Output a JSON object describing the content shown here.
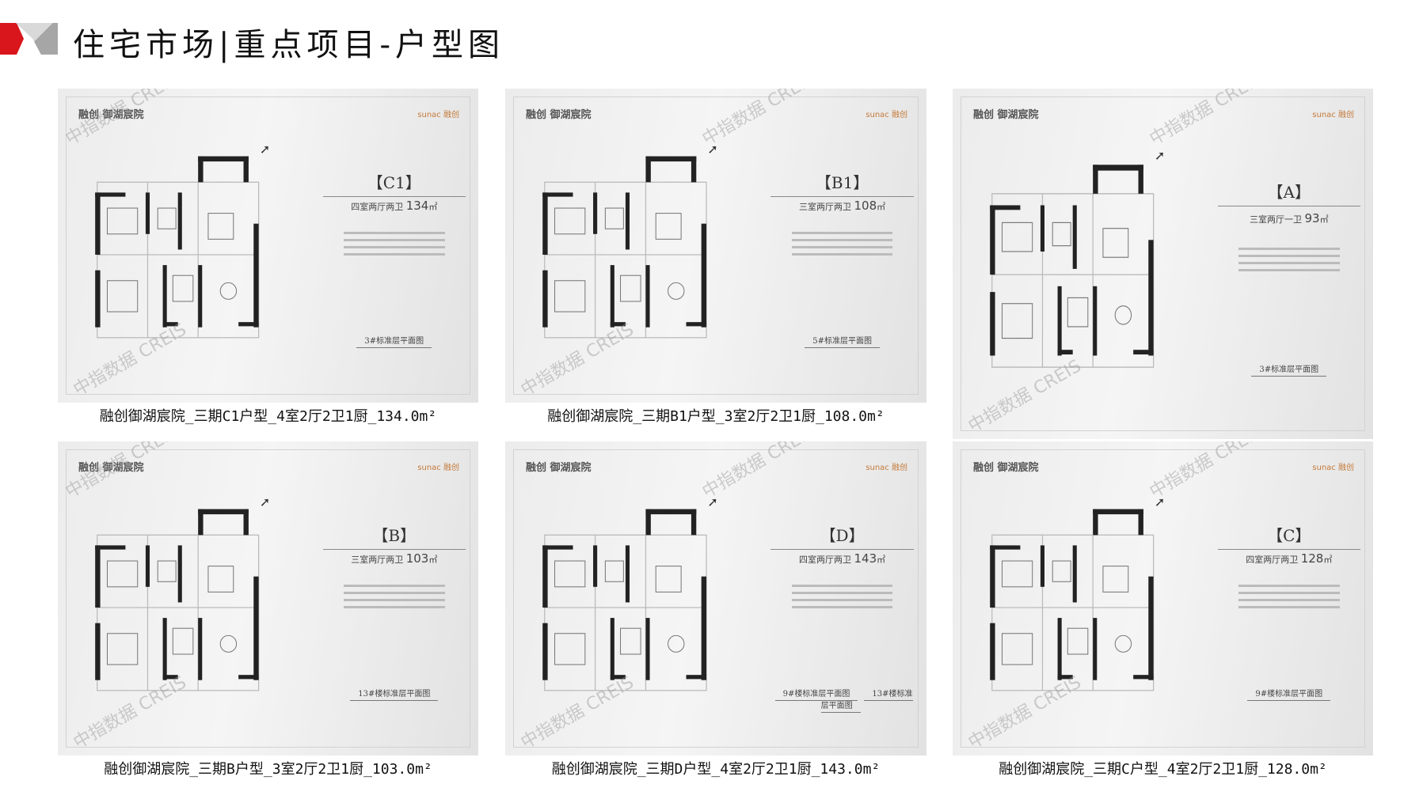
{
  "header": {
    "title": "住宅市场|重点项目-户型图"
  },
  "watermark": "中指数据 CREIS",
  "brand": "融创 御湖宸院",
  "sunac": "sunac 融创",
  "units": [
    {
      "code": "【C1】",
      "rooms": "四室两厅两卫",
      "area": "134",
      "floor": [
        "3#标准层平面图"
      ],
      "caption": "融创御湖宸院_三期C1户型_4室2厅2卫1厨_134.0m²"
    },
    {
      "code": "【B1】",
      "rooms": "三室两厅两卫",
      "area": "108",
      "floor": [
        "5#标准层平面图"
      ],
      "caption": "融创御湖宸院_三期B1户型_3室2厅2卫1厨_108.0m²"
    },
    {
      "code": "【A】",
      "rooms": "三室两厅一卫",
      "area": "93",
      "floor": [
        "3#标准层平面图"
      ],
      "caption": ""
    },
    {
      "code": "【B】",
      "rooms": "三室两厅两卫",
      "area": "103",
      "floor": [
        "13#楼标准层平面图"
      ],
      "caption": "融创御湖宸院_三期B户型_3室2厅2卫1厨_103.0m²"
    },
    {
      "code": "【D】",
      "rooms": "四室两厅两卫",
      "area": "143",
      "floor": [
        "9#楼标准层平面图",
        "13#楼标准层平面图"
      ],
      "caption": "融创御湖宸院_三期D户型_4室2厅2卫1厨_143.0m²"
    },
    {
      "code": "【C】",
      "rooms": "四室两厅两卫",
      "area": "128",
      "floor": [
        "9#楼标准层平面图"
      ],
      "caption": "融创御湖宸院_三期C户型_4室2厅2卫1厨_128.0m²"
    }
  ],
  "area_unit": "㎡"
}
